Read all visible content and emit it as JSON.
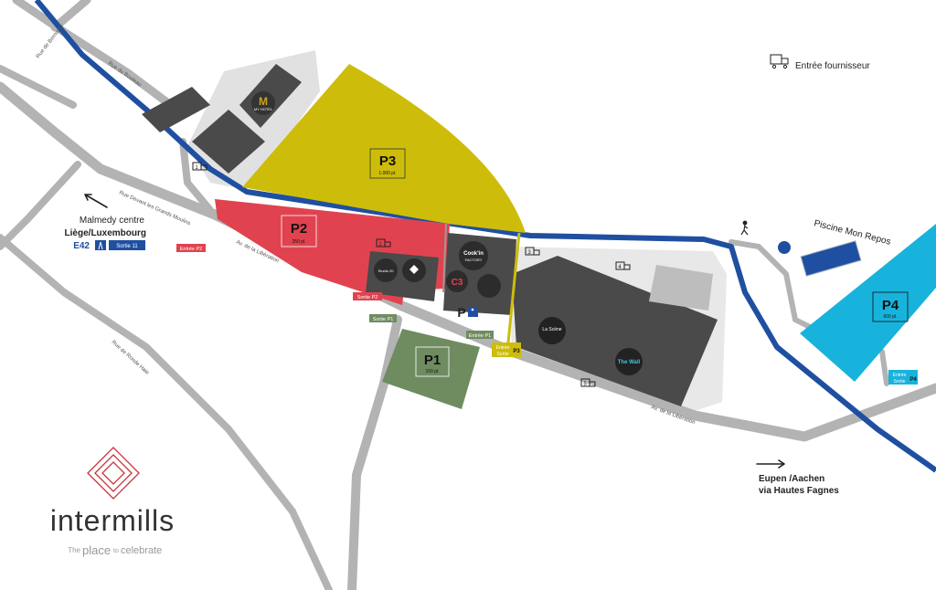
{
  "map": {
    "supplier_entrance": "Entrée fournisseur",
    "pool": "Piscine Mon Repos",
    "west_direction": {
      "line1": "Malmedy centre",
      "line2": "Liège/Luxembourg",
      "motorway": "E42",
      "exit": "Sortie 11"
    },
    "east_direction": {
      "line1": "Eupen /Aachen",
      "line2": "via Hautes Fagnes"
    },
    "roads": {
      "rue_bernister": "Rue de Bernister",
      "rue_bouleau": "Rue du Bouleau",
      "rue_devant": "Rue Devant les Grands Moulins",
      "av_liberation_1": "Av. de la Libération",
      "av_liberation_2": "Av. de la Libération",
      "rue_ronde": "Rue de Ronde Haie"
    },
    "lots": {
      "p1": {
        "name": "P1",
        "capacity": "150 pl."
      },
      "p2": {
        "name": "P2",
        "capacity": "250 pl."
      },
      "p3": {
        "name": "P3",
        "capacity": "1.000 pl."
      },
      "p4": {
        "name": "P4",
        "capacity": "600 pl."
      }
    },
    "tags": {
      "entree_p2": "Entrée P2",
      "sortie_p2": "Sortie P2",
      "sortie_p1": "Sortie P1",
      "entree_p1": "Entrée P1",
      "entree_sortie_p3_a": "Entrée",
      "entree_sortie_p3_b": "Sortie",
      "entree_sortie_p3_n": "P3",
      "entree_p4": "Entrée",
      "sortie_p4": "Sortie",
      "p4_n": "P4"
    },
    "numbers": {
      "n1": "1",
      "n2": "2",
      "n3": "3",
      "n4": "4",
      "n5": "5"
    },
    "parking_symbol": "P",
    "venues": {
      "hotel": "MY HOTEL",
      "cookin": "Cook'in",
      "factory": "FACTORY",
      "scene": "La Scène",
      "wall": "The Wall",
      "studio": "Studio 20"
    },
    "colors": {
      "p1": "#6f8c61",
      "p2": "#e0434f",
      "p3": "#cdbd0a",
      "p4": "#18b3dc",
      "river": "#1f4fa0",
      "road": "#b3b3b3",
      "building": "#4a4a4a",
      "brand_red": "#c8323a"
    }
  },
  "brand": {
    "name": "intermills",
    "tagline_the": "The",
    "tagline_place": "place",
    "tagline_to": "to",
    "tagline_celebrate": "celebrate"
  }
}
